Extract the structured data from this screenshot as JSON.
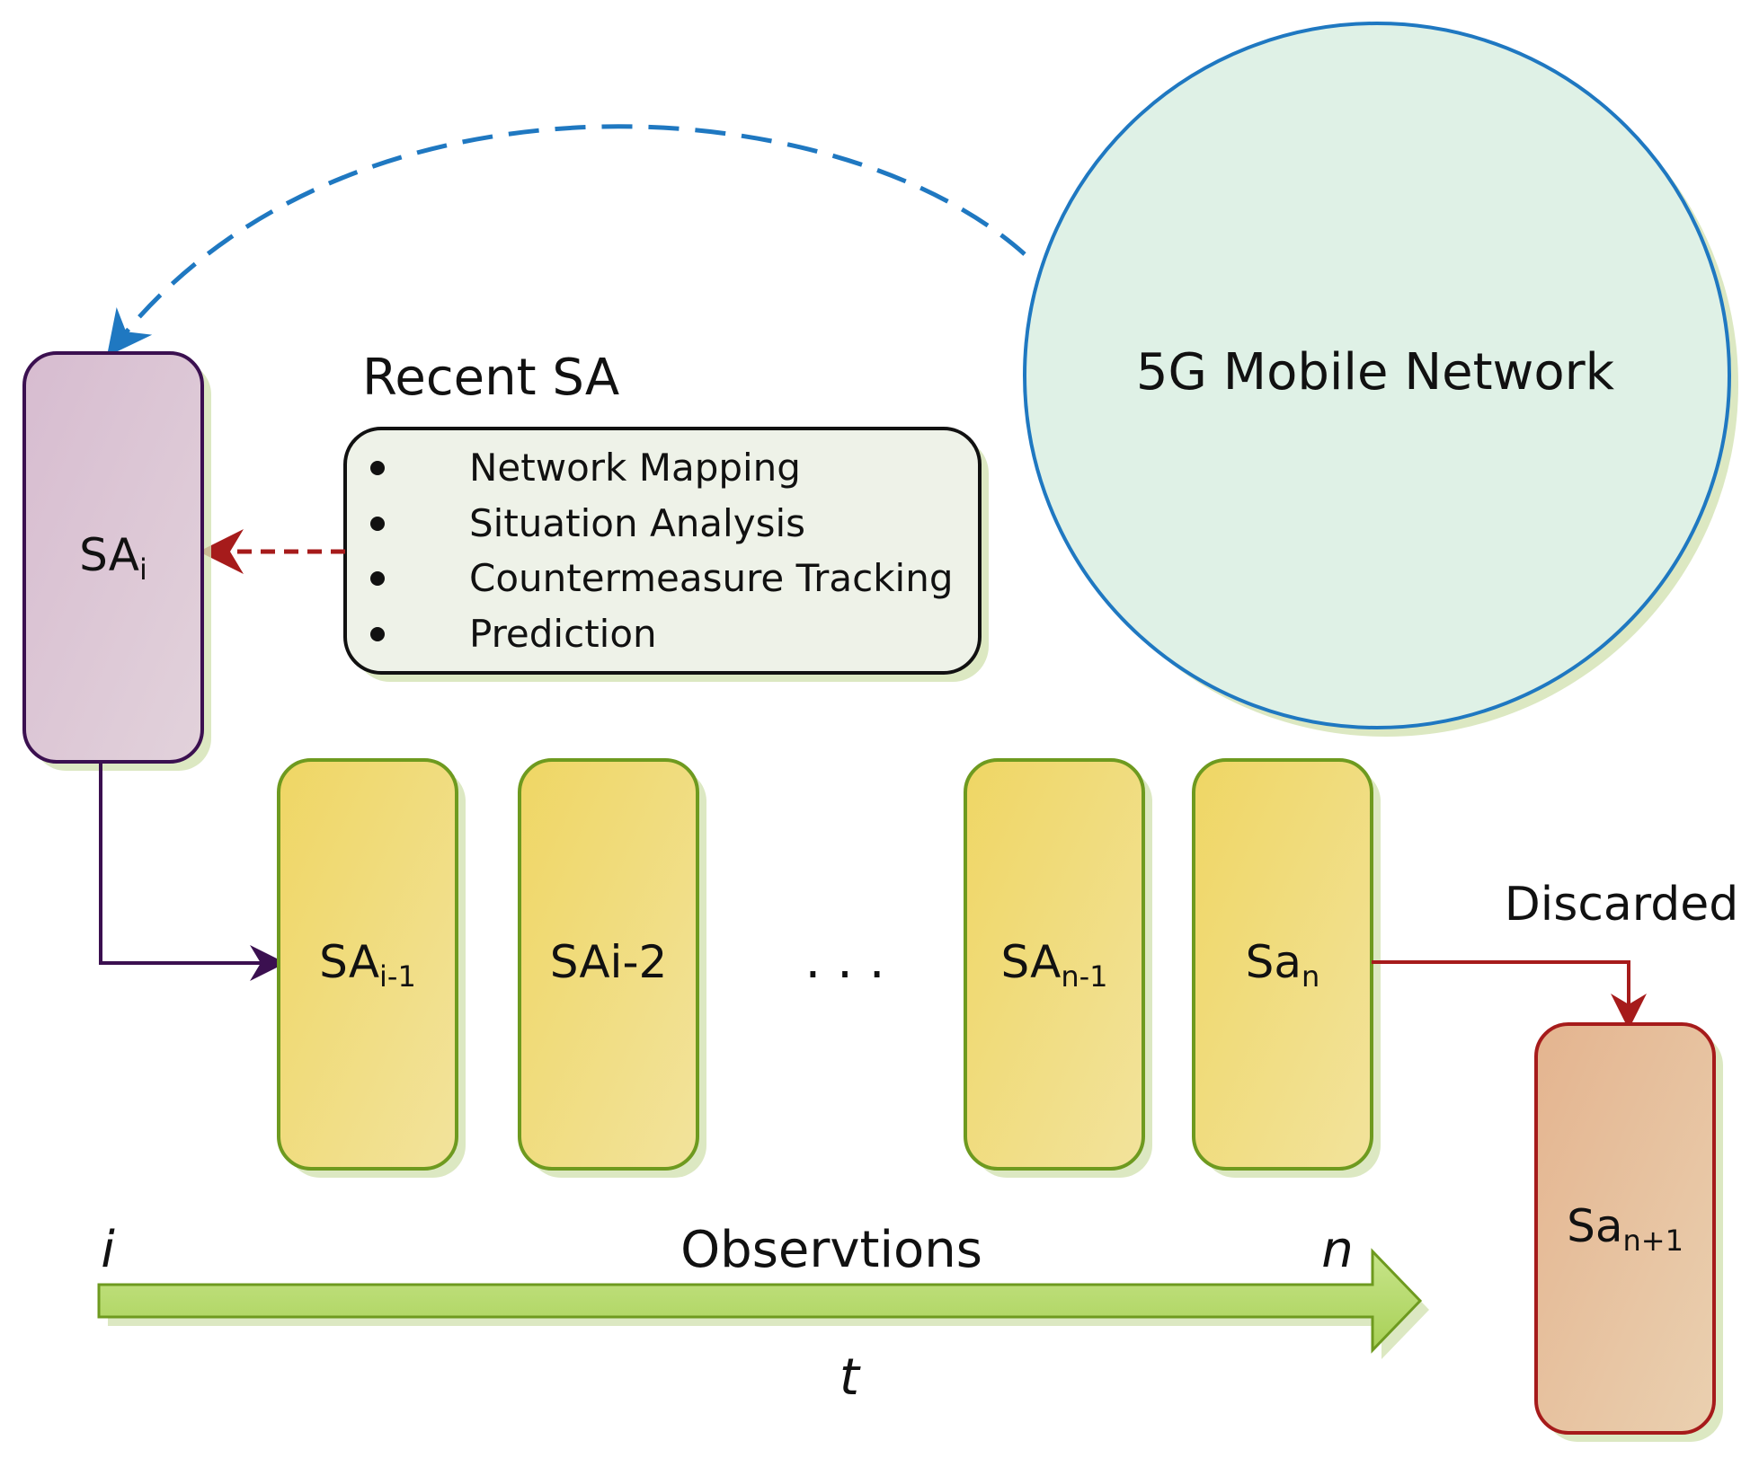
{
  "network": {
    "label": "5G Mobile Network"
  },
  "recent_sa": {
    "title": "Recent SA",
    "items": [
      "Network Mapping",
      "Situation Analysis",
      "Countermeasure Tracking",
      "Prediction"
    ]
  },
  "sa_current": {
    "base": "SA",
    "sub": "i"
  },
  "sequence": [
    {
      "base": "SA",
      "sub": "i-1"
    },
    {
      "base": "SAi-2",
      "sub": ""
    },
    {
      "base": "SA",
      "sub": "n-1"
    },
    {
      "base": "Sa",
      "sub": "n"
    }
  ],
  "ellipsis": ". . .",
  "discarded": {
    "label": "Discarded",
    "box": {
      "base": "Sa",
      "sub": "n+1"
    }
  },
  "timeline": {
    "start": "i",
    "label": "Observtions",
    "end": "n",
    "axis": "t"
  },
  "colors": {
    "network_fill": "#dff1e6",
    "network_stroke": "#1f78c1",
    "sa_current_fill": "#d8c4d0",
    "sa_current_stroke": "#3b1050",
    "sequence_fill": "#f1dd78",
    "sequence_stroke": "#6e9a1f",
    "discarded_fill": "#e6bd9a",
    "discarded_stroke": "#a61b1b",
    "recent_fill": "#eef2e8",
    "timeline_fill": "#b5d766"
  }
}
